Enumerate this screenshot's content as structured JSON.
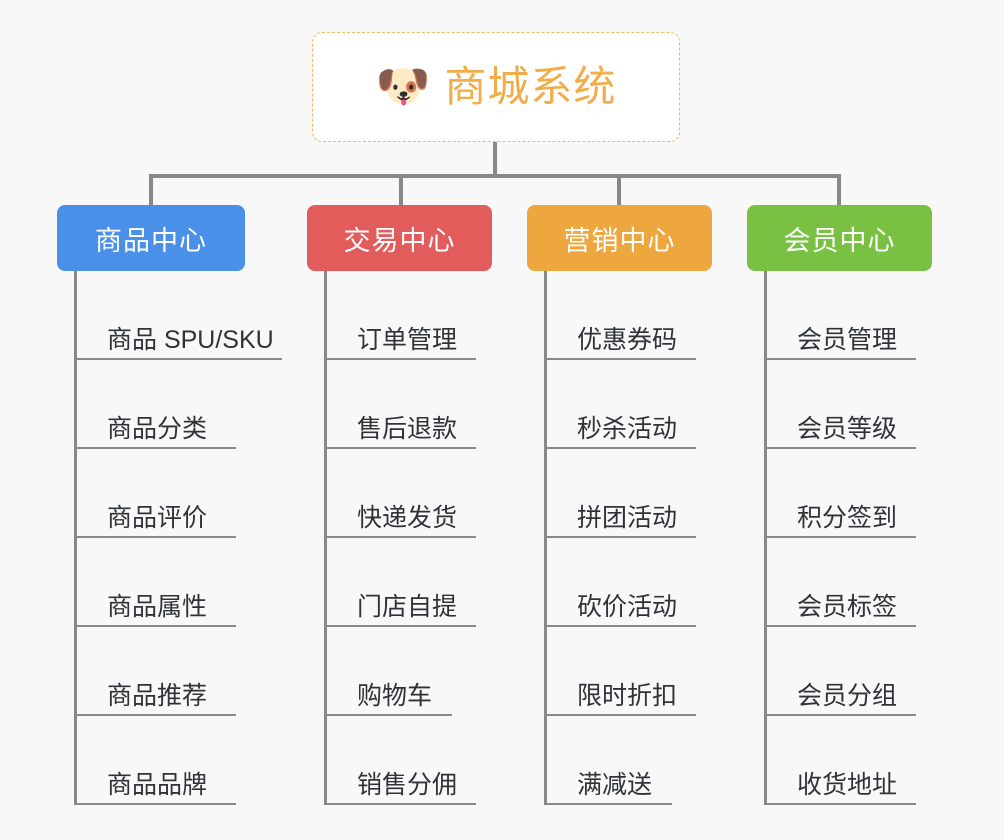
{
  "background_color": "#f8f8f8",
  "root": {
    "icon": "dog-face-emoji",
    "icon_glyph": "🐶",
    "title": "商城系统",
    "text_color": "#f0ad4a",
    "border_color": "#f0b95c",
    "background": "#ffffff"
  },
  "connector_color": "#888888",
  "branches": [
    {
      "label": "商品中心",
      "color": "#4a90e8",
      "items": [
        "商品 SPU/SKU",
        "商品分类",
        "商品评价",
        "商品属性",
        "商品推荐",
        "商品品牌"
      ]
    },
    {
      "label": "交易中心",
      "color": "#e35c5c",
      "items": [
        "订单管理",
        "售后退款",
        "快递发货",
        "门店自提",
        "购物车",
        "销售分佣"
      ]
    },
    {
      "label": "营销中心",
      "color": "#eda73e",
      "items": [
        "优惠券码",
        "秒杀活动",
        "拼团活动",
        "砍价活动",
        "限时折扣",
        "满减送"
      ]
    },
    {
      "label": "会员中心",
      "color": "#7ac143",
      "items": [
        "会员管理",
        "会员等级",
        "积分签到",
        "会员标签",
        "会员分组",
        "收货地址"
      ]
    }
  ]
}
